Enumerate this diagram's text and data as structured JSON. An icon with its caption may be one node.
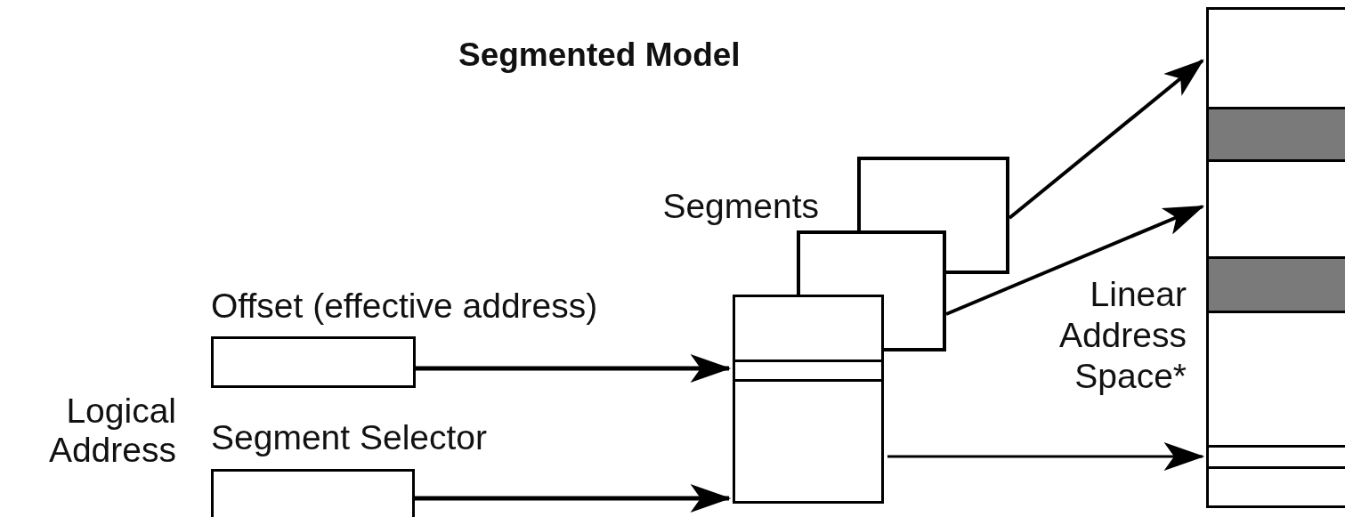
{
  "diagram": {
    "title": "Segmented Model",
    "nodes": [
      {
        "text": [
          "Offset (effective address)"
        ]
      },
      {
        "text": [
          "Segment Selector"
        ]
      },
      {
        "text": [],
        "shape": "box"
      },
      {
        "text": [],
        "shape": "box"
      },
      {
        "text": [],
        "shape": "box"
      },
      {
        "text": [
          "Linear Address Space*"
        ]
      }
    ],
    "edges": [
      {
        "from": 0,
        "to": 4,
        "arrow": "to"
      },
      {
        "from": 1,
        "to": 4,
        "arrow": "to"
      },
      {
        "from": 2,
        "to": 5,
        "arrow": "to"
      },
      {
        "from": 3,
        "to": 5,
        "arrow": "to"
      },
      {
        "from": 4,
        "to": 5,
        "arrow": "to"
      }
    ],
    "labels": [
      "Segments",
      "Logical Address"
    ]
  }
}
